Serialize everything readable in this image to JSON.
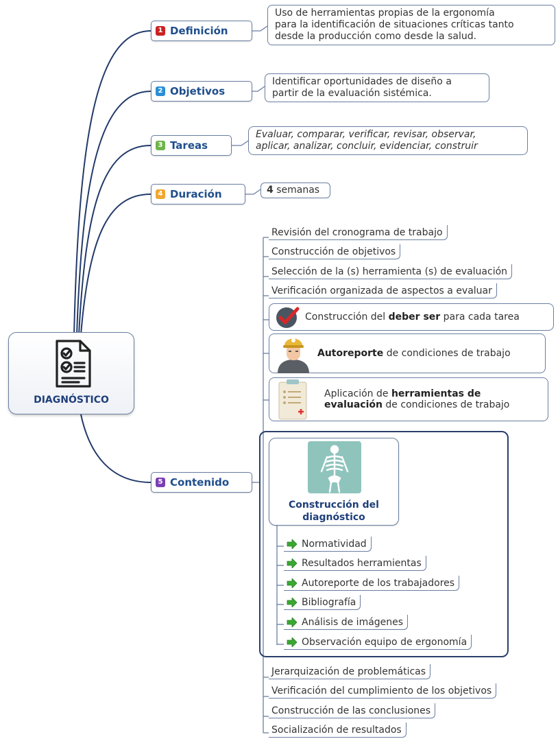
{
  "root": {
    "label": "DIAGNÓSTICO",
    "icon": "document-checklist-icon"
  },
  "topics": [
    {
      "num": "1",
      "label": "Definición",
      "color": "#cc2222"
    },
    {
      "num": "2",
      "label": "Objetivos",
      "color": "#2a8fd6"
    },
    {
      "num": "3",
      "label": "Tareas",
      "color": "#6fb44a"
    },
    {
      "num": "4",
      "label": "Duración",
      "color": "#f0a830"
    },
    {
      "num": "5",
      "label": "Contenido",
      "color": "#7b3fb4"
    }
  ],
  "definicion_note": {
    "line1": "Uso de herramientas propias de la ergonomía",
    "line2": "para la identificación de situaciones críticas tanto",
    "line3": "desde la producción como desde la salud."
  },
  "objetivos_note": {
    "line1": "Identificar oportunidades de diseño a",
    "line2": "partir de la evaluación sistémica."
  },
  "tareas_note": {
    "line1": "Evaluar, comparar, verificar, revisar, observar,",
    "line2": "aplicar, analizar, concluir, evidenciar, construir"
  },
  "duracion_note": {
    "number": "4",
    "unit": " semanas"
  },
  "contenido_items": [
    "Revisión del cronograma de trabajo",
    "Construcción de objetivos",
    "Selección de la (s) herramienta (s) de evaluación",
    "Verificación organizada de aspectos a evaluar"
  ],
  "cards": {
    "deber": {
      "pre": "Construcción del ",
      "bold": "deber ser",
      "post": " para cada tarea",
      "icon": "check-mark-icon"
    },
    "autoreporte": {
      "bold": "Autoreporte",
      "post": " de condiciones de trabajo",
      "icon": "worker-helmet-icon"
    },
    "aplicacion": {
      "pre": "Aplicación de ",
      "bold1": "herramientas de",
      "bold2": "evaluación",
      "post": " de condiciones de trabajo",
      "icon": "clipboard-icon"
    }
  },
  "diagnostico": {
    "line1": "Construcción del",
    "line2": "diagnóstico",
    "icon": "skeleton-xray-icon",
    "items": [
      "Normatividad",
      "Resultados herramientas",
      "Autoreporte de los trabajadores",
      "Bibliografía",
      "Análisis de imágenes",
      "Observación equipo de ergonomía"
    ]
  },
  "final_items": [
    "Jerarquización de problemáticas",
    "Verificación del cumplimiento de los objetivos",
    "Construcción de las conclusiones",
    "Socialización de resultados"
  ]
}
